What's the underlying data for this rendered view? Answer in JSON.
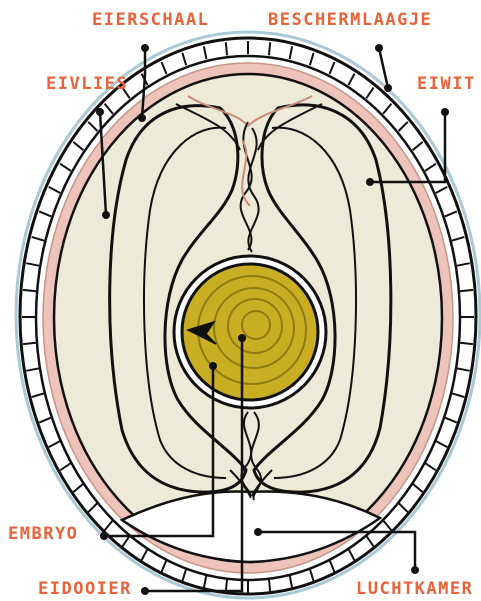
{
  "labels": {
    "eierschaal": "EIERSCHAAL",
    "beschermlaagje": "BESCHERMLAAGJE",
    "eivlies": "EIVLIES",
    "eiwit": "EIWIT",
    "embryo": "EMBRYO",
    "eidooier": "EIDOOIER",
    "luchtkamer": "LUCHTKAMER"
  },
  "colors": {
    "label": "#E8623A",
    "outline": "#111111",
    "shell": "#FFFFFF",
    "protective_layer": "#A9C9D4",
    "membrane": "#EDC3BA",
    "albumen": "#EEEAD8",
    "yolk": "#C9AE23",
    "chalaza": "#C98E7A"
  }
}
